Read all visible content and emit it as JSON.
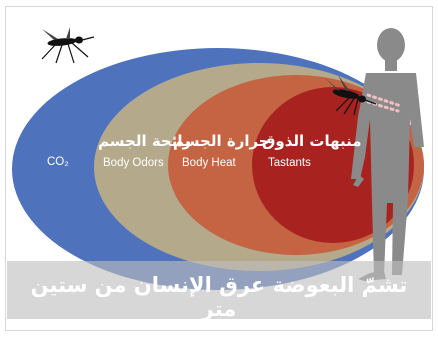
{
  "zones": {
    "co2": {
      "en": "CO₂",
      "color": "#4f72bd"
    },
    "body_odors": {
      "ar": "رائحة الجسم",
      "en": "Body Odors",
      "color": "#b5a98c"
    },
    "body_heat": {
      "ar": "حرارة الجسم",
      "en": "Body Heat",
      "color": "#c46442"
    },
    "tastants": {
      "ar": "منبهات الذوق",
      "en": "Tastants",
      "color": "#a8231f"
    }
  },
  "figure_color": "#8a8a8a",
  "caption": "تشمّ البعوضة عرق الإنسان من ستين متر"
}
